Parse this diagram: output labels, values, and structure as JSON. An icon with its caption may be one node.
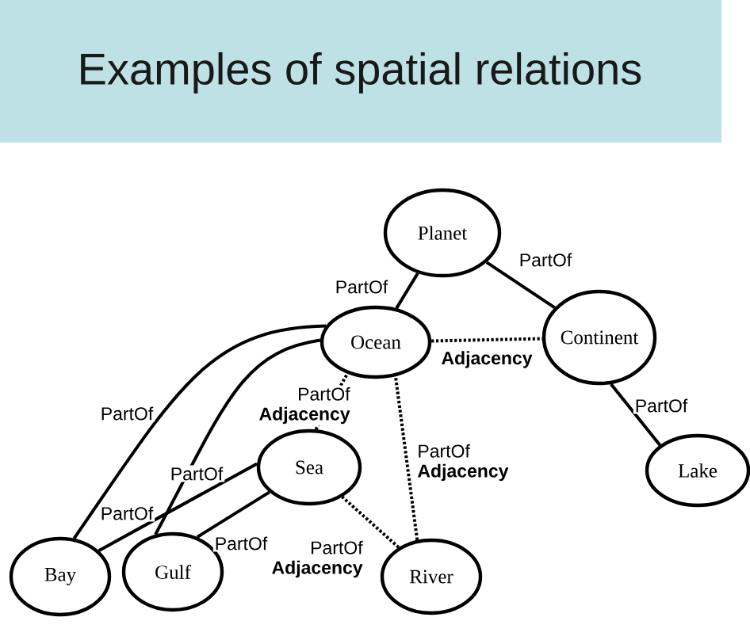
{
  "diagram": {
    "title": "Examples of spatial relations",
    "nodes": [
      {
        "text": [
          "Planet"
        ]
      },
      {
        "text": [
          "Ocean"
        ]
      },
      {
        "text": [
          "Continent"
        ]
      },
      {
        "text": [
          "Sea"
        ]
      },
      {
        "text": [
          "Lake"
        ]
      },
      {
        "text": [
          "Bay"
        ]
      },
      {
        "text": [
          "Gulf"
        ]
      },
      {
        "text": [
          "River"
        ]
      }
    ],
    "edges": [
      {
        "from": 1,
        "to": 0,
        "arrow": "none",
        "label": "PartOf"
      },
      {
        "from": 2,
        "to": 0,
        "arrow": "none",
        "label": "PartOf"
      },
      {
        "from": 4,
        "to": 2,
        "arrow": "none",
        "label": "PartOf"
      },
      {
        "from": 5,
        "to": 1,
        "arrow": "none",
        "label": "PartOf"
      },
      {
        "from": 6,
        "to": 1,
        "arrow": "none",
        "label": "PartOf"
      },
      {
        "from": 1,
        "to": 2,
        "arrow": "none",
        "label": "Adjacency",
        "style": "dashed"
      },
      {
        "from": 3,
        "to": 1,
        "arrow": "none",
        "label": "PartOf **Adjacency**",
        "style": "dashed"
      },
      {
        "from": 7,
        "to": 1,
        "arrow": "none",
        "label": "PartOf **Adjacency**",
        "style": "dashed"
      },
      {
        "from": 5,
        "to": 3,
        "arrow": "none",
        "label": "PartOf"
      },
      {
        "from": 6,
        "to": 3,
        "arrow": "none",
        "label": "PartOf"
      },
      {
        "from": 7,
        "to": 3,
        "arrow": "none",
        "label": "PartOf **Adjacency**",
        "style": "dashed"
      }
    ]
  }
}
